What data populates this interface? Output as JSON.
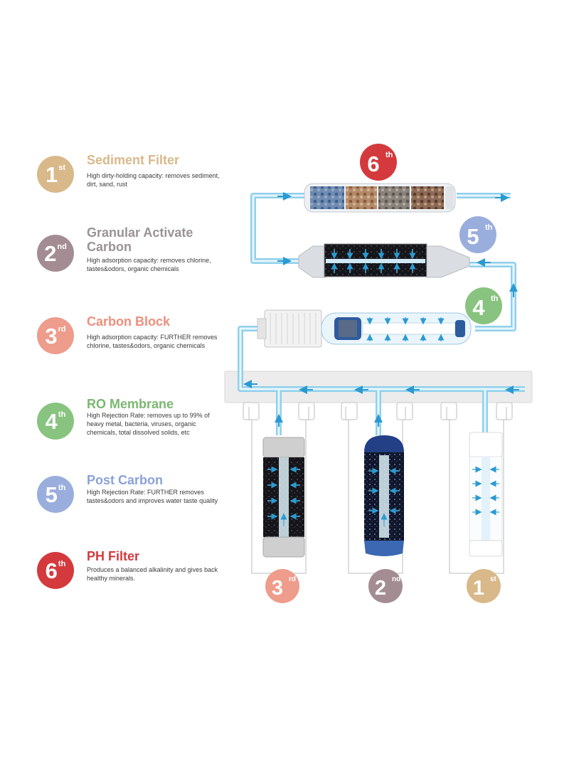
{
  "colors": {
    "stage1": "#d9b88a",
    "stage2": "#a38d92",
    "stage3": "#ee9c8c",
    "stage4": "#88c380",
    "stage5": "#9aaedd",
    "stage6": "#d43a3d",
    "pipe": "#7ec6e6",
    "arrow": "#2b9ad0"
  },
  "stages": [
    {
      "num": "1",
      "sup": "st",
      "title": "Sediment Filter",
      "desc": "High dirty-holding capacity: removes sediment, dirt, sand, rust"
    },
    {
      "num": "2",
      "sup": "nd",
      "title": "Granular Activate Carbon",
      "desc": "High adsorption capacity: removes chlorine, tastes&odors, organic chemicals"
    },
    {
      "num": "3",
      "sup": "rd",
      "title": "Carbon Block",
      "desc": "High adsorption capacity: FURTHER removes chlorine, tastes&odors, organic chemicals"
    },
    {
      "num": "4",
      "sup": "th",
      "title": "RO Membrane",
      "desc": "High Rejection Rate: removes up to 99% of heavy metal, bacteria, viruses, organic chemicals, total dissolved solids, etc"
    },
    {
      "num": "5",
      "sup": "th",
      "title": "Post Carbon",
      "desc": "High Rejection Rate: FURTHER removes tastes&odors and improves water taste quality"
    },
    {
      "num": "6",
      "sup": "th",
      "title": "PH Filter",
      "desc": "Produces a balanced alkalinity and gives back healthy minerals."
    }
  ]
}
